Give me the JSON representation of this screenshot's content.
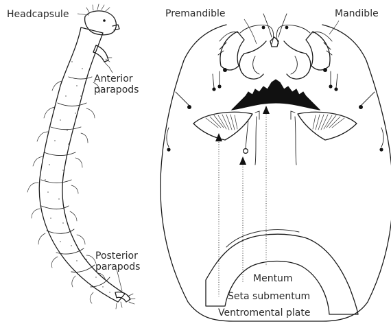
{
  "labels": {
    "headcapsule": "Headcapsule",
    "anterior_parapods_1": "Anterior",
    "anterior_parapods_2": "parapods",
    "posterior_parapods_1": "Posterior",
    "posterior_parapods_2": "parapods",
    "premandible": "Premandible",
    "mandible": "Mandible",
    "mentum": "Mentum",
    "seta_submentum": "Seta submentum",
    "ventromental_plate": "Ventromental plate"
  },
  "colors": {
    "ink": "#1a1a1a",
    "label": "#2a2a2a",
    "background": "#ffffff"
  }
}
